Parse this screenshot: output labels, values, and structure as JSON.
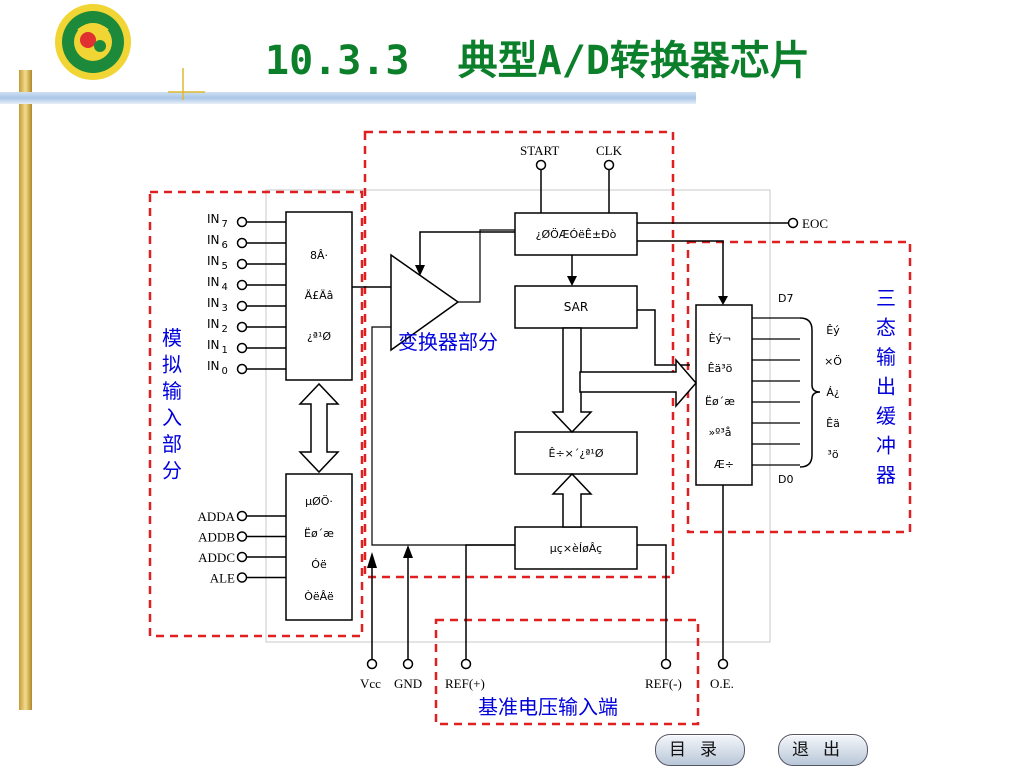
{
  "slide": {
    "title": "10.3.3  典型A/D转换器芯片",
    "logo_icon": "university-logo-icon",
    "accent_color": "#0b7f2a",
    "region_border_color": "#e02020",
    "region_label_color": "#0000dd"
  },
  "diagram": {
    "analog_inputs": [
      "IN 7",
      "IN 6",
      "IN 5",
      "IN 4",
      "IN 3",
      "IN 2",
      "IN 1",
      "IN 0"
    ],
    "address_inputs": [
      "ADDA",
      "ADDB",
      "ADDC",
      "ALE"
    ],
    "mux_block_lines": [
      "8Â·",
      "Ä£Äâ",
      "¿ª¹Ø"
    ],
    "decoder_block_lines": [
      "µØÖ·",
      "Ëø´æ",
      "Óë",
      "ÒëÂë"
    ],
    "control_block": "¿ØÖÆÓëÊ±Ðò",
    "sar_block": "SAR",
    "dac_block": "Ê÷×´¿ª¹Ø",
    "resistor_block": "µç×èÍøÂç",
    "latch_block_lines": [
      "Èý¬",
      "Êä³ö",
      "Ëø´æ",
      "»º³å",
      "Æ÷"
    ],
    "output_note_lines": [
      "Êý",
      "×Ö",
      "Á¿",
      "Êä",
      "³ö"
    ],
    "top_pins": [
      "START",
      "CLK"
    ],
    "eoc_pin": "EOC",
    "data_top": "D7",
    "data_bottom": "D0",
    "bottom_pins": [
      "Vcc",
      "GND",
      "REF(+)",
      "REF(-)",
      "O.E."
    ],
    "region_labels": {
      "analog_input": "模拟输入部分",
      "converter": "变换器部分",
      "tristate_buffer": "三态输出缓冲器",
      "reference_input": "基准电压输入端"
    }
  },
  "nav": {
    "contents_button": "目录",
    "exit_button": "退出"
  }
}
